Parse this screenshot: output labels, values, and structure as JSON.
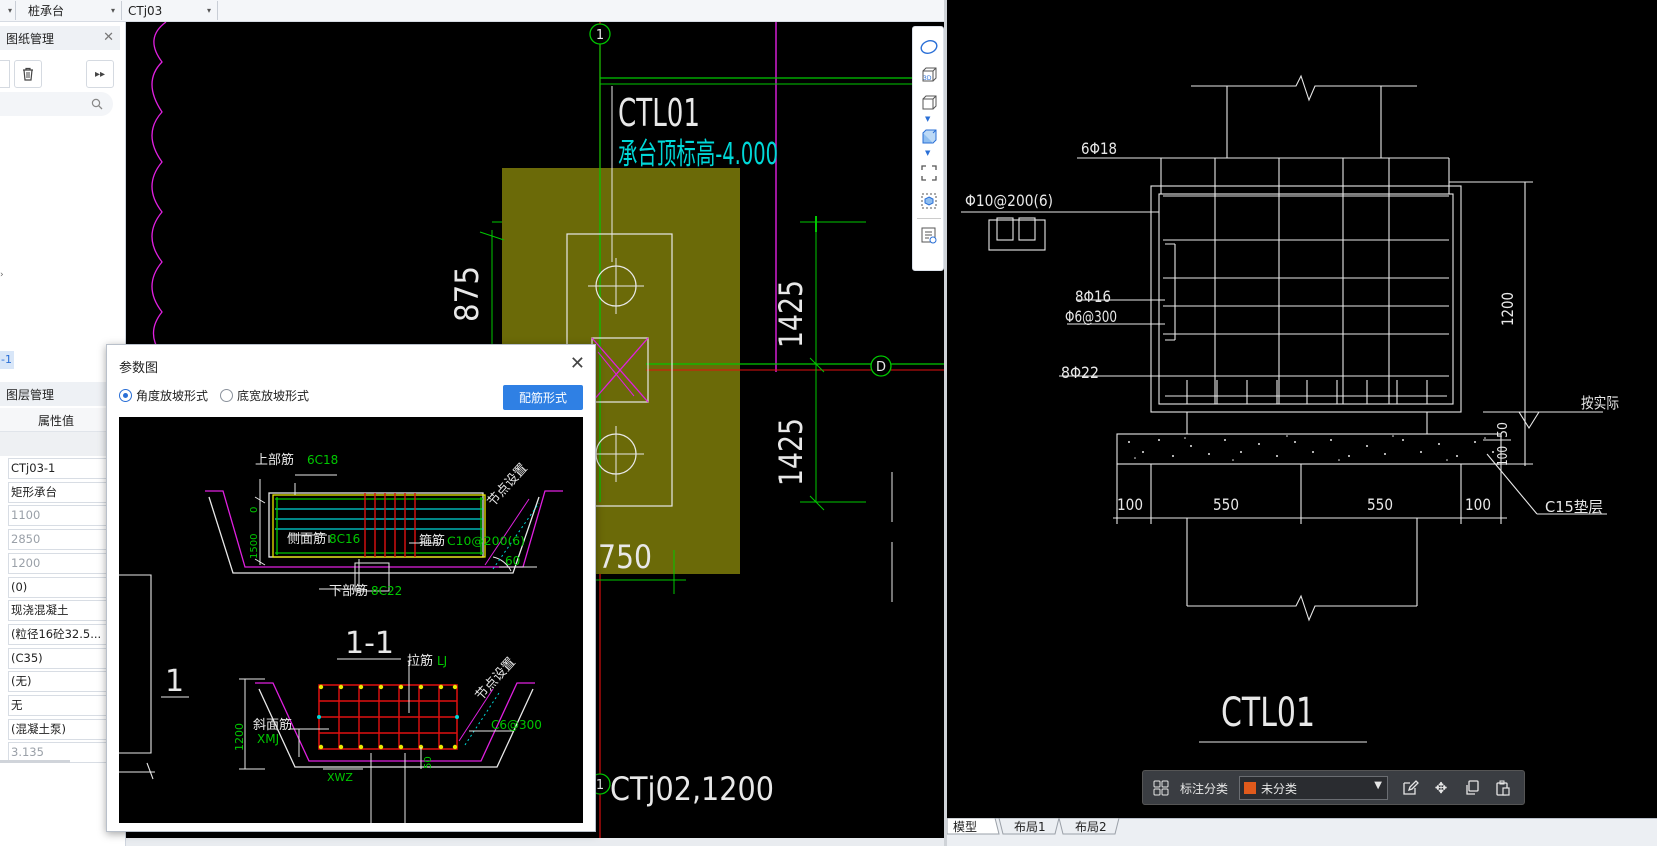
{
  "topbar": {
    "combo1": "桩承台",
    "combo2": "CTj03"
  },
  "drawing_panel": {
    "title": "图纸管理"
  },
  "layer_panel": {
    "title": "图层管理",
    "column_header": "属性值",
    "tag": "-1"
  },
  "properties": [
    {
      "value": "CTj03-1",
      "muted": false
    },
    {
      "value": "矩形承台",
      "muted": false
    },
    {
      "value": "1100",
      "muted": true
    },
    {
      "value": "2850",
      "muted": true
    },
    {
      "value": "1200",
      "muted": true
    },
    {
      "value": "(0)",
      "muted": false
    },
    {
      "value": "现浇混凝土",
      "muted": false
    },
    {
      "value": "(粒径16砼32.5...",
      "muted": false
    },
    {
      "value": "(C35)",
      "muted": false
    },
    {
      "value": "(无)",
      "muted": false
    },
    {
      "value": "无",
      "muted": false
    },
    {
      "value": "(混凝土泵)",
      "muted": false
    },
    {
      "value": "3.135",
      "muted": true
    }
  ],
  "dialog": {
    "title": "参数图",
    "radio_angle": "角度放坡形式",
    "radio_width": "底宽放坡形式",
    "button": "配筋形式",
    "drawing": {
      "top_bar_label": "上部筋",
      "top_bar_value": "6C18",
      "side_bar_label": "侧面筋",
      "side_bar_value": "8C16",
      "stirrup_label": "箍筋",
      "stirrup_value": "C10@200(6)",
      "bottom_bar_label": "下部筋",
      "bottom_bar_value": "8C22",
      "node_label": "节点设置",
      "angle": "60",
      "section_label": "1-1",
      "tie_label": "拉筋",
      "tie_value": "LJ",
      "slope_label": "斜面筋",
      "slope_value": "XMJ",
      "slope_bar": "C6@300",
      "dim_1200": "1200",
      "dim_1500": "1500",
      "dim_0": "0",
      "dim_50": "50",
      "xwz": "XWZ",
      "left_label": "1"
    }
  },
  "cad_left": {
    "axis_1": "1",
    "axis_d": "D",
    "title": "CTL01",
    "elevation": "承台顶标高-4.000",
    "dim_875": "875",
    "dim_1425a": "1425",
    "dim_1425b": "1425",
    "dim_750": "750",
    "bottom_label": "CTj02,1200"
  },
  "cad_right": {
    "label_6phi18": "6Φ18",
    "label_phi10": "Φ10@200(6)",
    "label_8phi16": "8Φ16",
    "label_phi6": "Φ6@300",
    "label_8phi22": "8Φ22",
    "dim_1200": "1200",
    "dim_50": "50",
    "dim_100v": "100",
    "label_design": "按实际",
    "dim_100a": "100",
    "dim_550a": "550",
    "dim_550b": "550",
    "dim_100b": "100",
    "label_c15": "C15垫层",
    "title": "CTL01"
  },
  "annotation_bar": {
    "label": "标注分类",
    "select_value": "未分类",
    "swatch_color": "#e05a1c"
  },
  "layout_tabs": [
    "模型",
    "布局1",
    "布局2"
  ],
  "colors": {
    "accent": "#2f80e4",
    "cad_bg": "#000000",
    "olive": "#6b6a08",
    "green": "#00c800",
    "cyan": "#00d8d8",
    "magenta": "#e020e0",
    "red": "#e01010",
    "yellow": "#e8e800"
  }
}
